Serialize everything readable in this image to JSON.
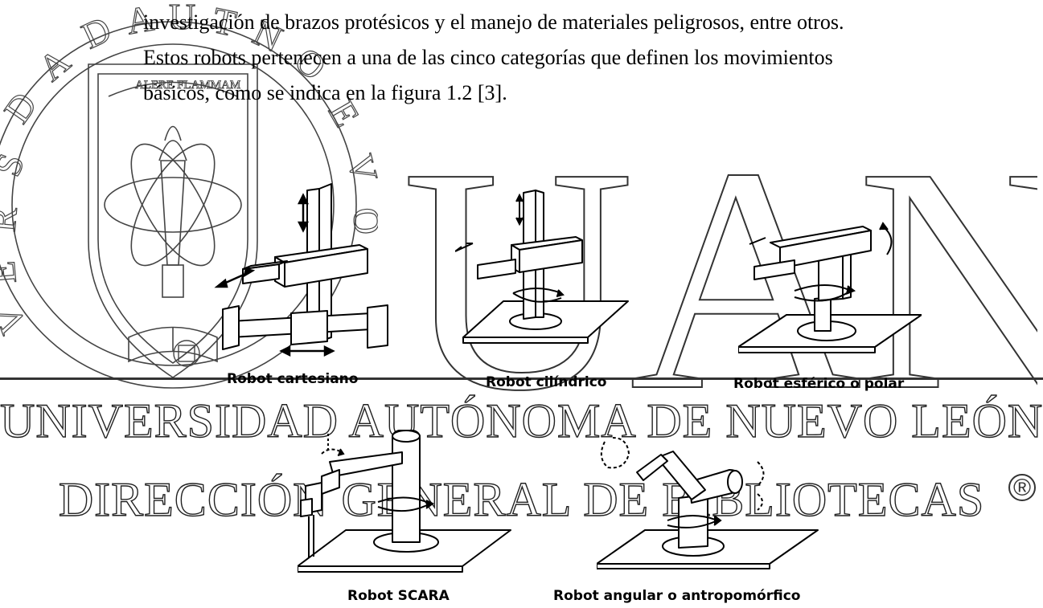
{
  "paragraph": {
    "lines": [
      "investigación de brazos protésicos y el manejo de materiales peligrosos, entre otros.",
      "Estos robots pertenecen a una de las cinco categorías que definen los movimientos",
      "básicos, como se indica en la figura 1.2 [3]."
    ]
  },
  "figure": {
    "captions": {
      "cartesian": "Robot cartesiano",
      "cylindrical": "Robot cilíndrico",
      "spherical": "Robot esférico o polar",
      "scara": "Robot SCARA",
      "angular": "Robot angular o antropomórfico"
    }
  },
  "watermark": {
    "seal_motto": "ALERE FLAMMAM",
    "big_letters": "UANL",
    "line1": "UNIVERSIDAD AUTÓNOMA DE NUEVO LEÓN",
    "line2": "DIRECCIÓN GENERAL DE BIBLIOTECAS",
    "registered": "®"
  },
  "colors": {
    "ink": "#000000",
    "watermark_stroke": "#222222",
    "paper": "#ffffff"
  }
}
